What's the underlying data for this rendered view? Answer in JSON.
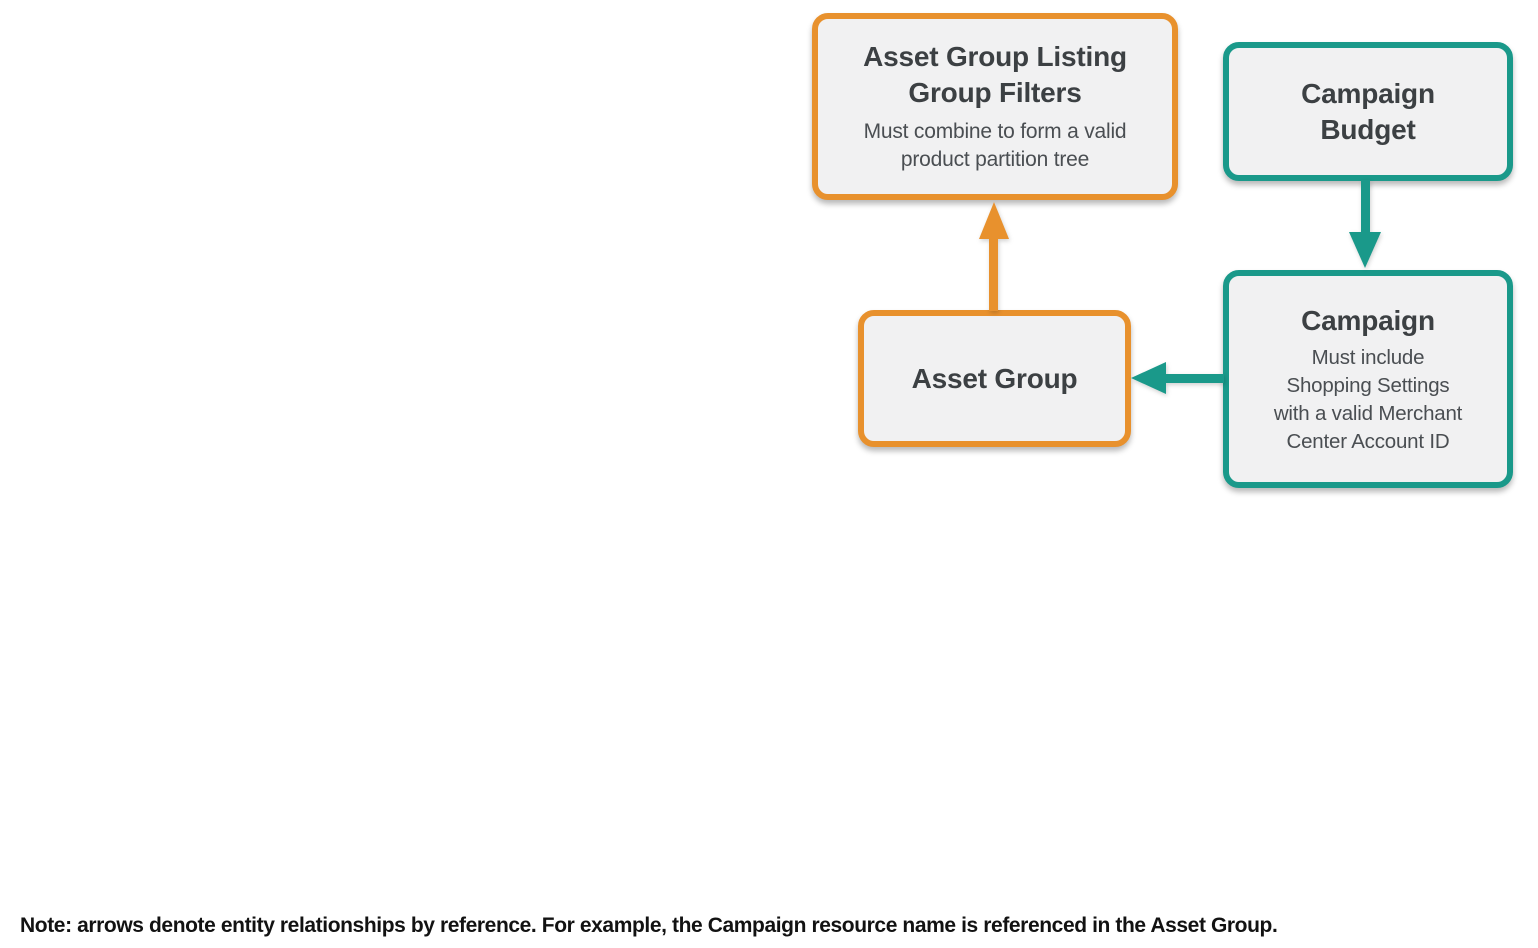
{
  "colors": {
    "orange_accent": "#E8912D",
    "teal_accent": "#1A998A",
    "box_fill": "#F1F1F2",
    "title_text": "#3C4043",
    "subtitle_text": "#4A4E52",
    "note_text": "#121212",
    "background": "#FFFFFF"
  },
  "diagram": {
    "nodes": [
      {
        "id": "asset-group-listing-group-filters",
        "title": "Asset Group Listing Group Filters",
        "title_lines": [
          "Asset Group Listing",
          "Group Filters"
        ],
        "subtitle": "Must combine to form a valid product partition tree",
        "subtitle_lines": [
          "Must combine to form a valid",
          "product partition tree"
        ],
        "accent_color": "#E8912D"
      },
      {
        "id": "campaign-budget",
        "title": "Campaign Budget",
        "title_lines": [
          "Campaign",
          "Budget"
        ],
        "subtitle": "",
        "subtitle_lines": [],
        "accent_color": "#1A998A"
      },
      {
        "id": "asset-group",
        "title": "Asset Group",
        "title_lines": [
          "Asset Group"
        ],
        "subtitle": "",
        "subtitle_lines": [],
        "accent_color": "#E8912D"
      },
      {
        "id": "campaign",
        "title": "Campaign",
        "title_lines": [
          "Campaign"
        ],
        "subtitle": "Must include Shopping Settings with a valid Merchant Center Account ID",
        "subtitle_lines": [
          "Must include",
          "Shopping Settings",
          "with a valid Merchant",
          "Center Account ID"
        ],
        "accent_color": "#1A998A"
      }
    ],
    "edges": [
      {
        "from": "Asset Group",
        "to": "Asset Group Listing Group Filters",
        "color": "#E8912D",
        "direction": "up"
      },
      {
        "from": "Campaign Budget",
        "to": "Campaign",
        "color": "#1A998A",
        "direction": "down"
      },
      {
        "from": "Campaign",
        "to": "Asset Group",
        "color": "#1A998A",
        "direction": "left"
      }
    ]
  },
  "note": "Note: arrows denote entity relationships by reference. For example, the Campaign resource name is referenced in the Asset Group."
}
